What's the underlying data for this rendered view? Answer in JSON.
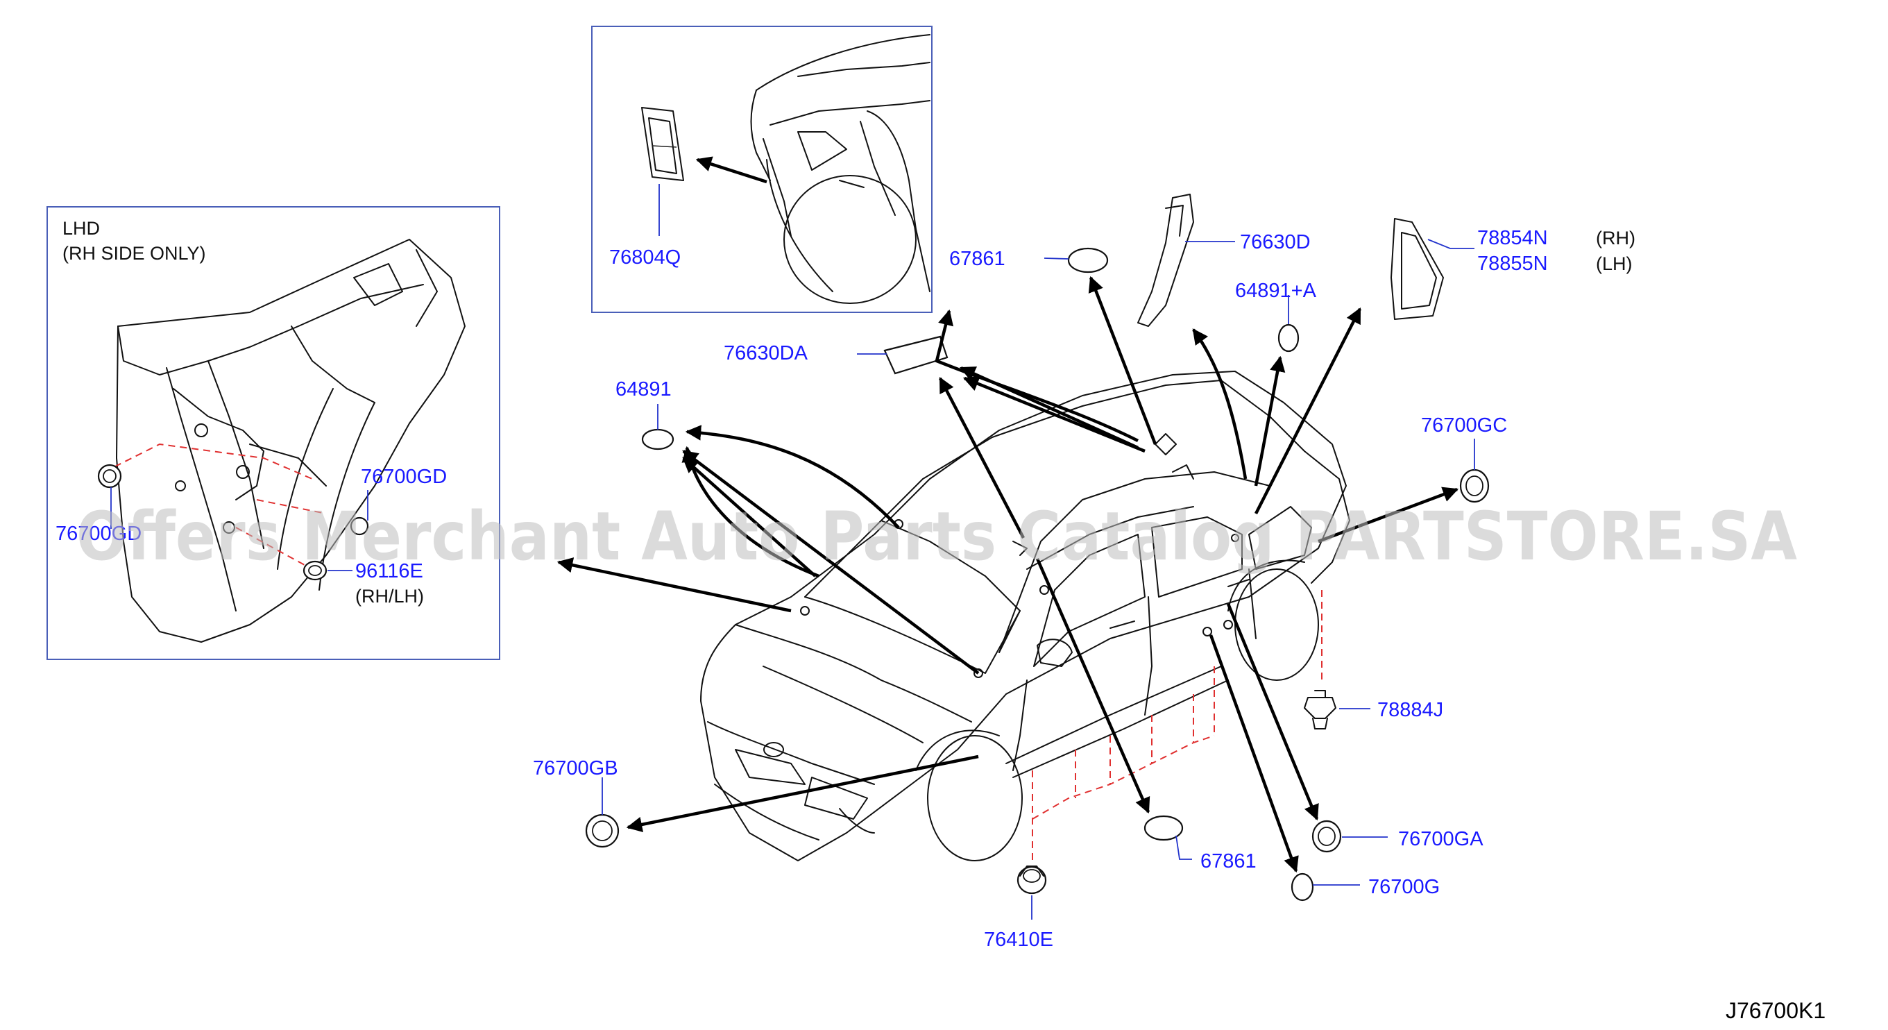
{
  "inset_lhd": {
    "title": "LHD",
    "subtitle": "(RH   SIDE   ONLY)",
    "labels": [
      "76700GD",
      "76700GD",
      "96116E"
    ],
    "note": "(RH/LH)"
  },
  "inset_top": {
    "labels": [
      "76804Q"
    ]
  },
  "labels": {
    "p67861_top": "67861",
    "p76630D": "76630D",
    "p64891A": "64891+A",
    "p78854N": "78854N",
    "p78855N": "78855N",
    "rh": "(RH)",
    "lh": "(LH)",
    "p76630DA": "76630DA",
    "p64891": "64891",
    "p76700GC": "76700GC",
    "p78884J": "78884J",
    "p76700GB": "76700GB",
    "p76700GA": "76700GA",
    "p67861_bot": "67861",
    "p76700G": "76700G",
    "p76410E": "76410E"
  },
  "diagram_code": "J76700K1",
  "watermark": "Offers Merchant Auto Parts Catalog PARTSTORE.SA",
  "colors": {
    "label": "#1a1aff",
    "frame": "#4a5fb8",
    "dash": "#e03030",
    "watermark": "#bdbdbd"
  }
}
